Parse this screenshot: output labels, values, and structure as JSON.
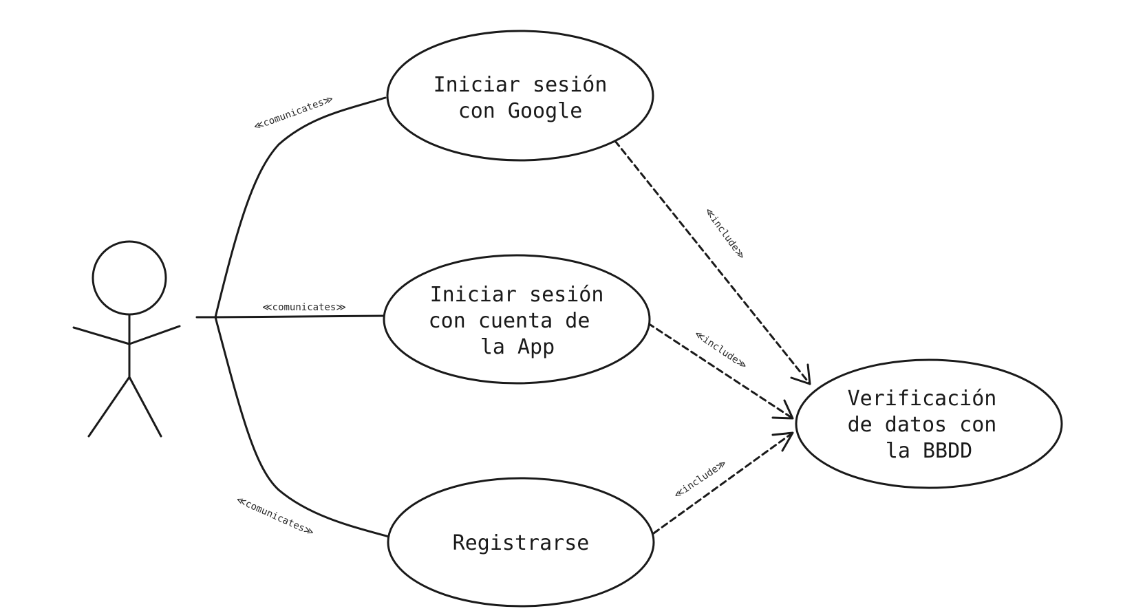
{
  "use_cases": {
    "google_login": {
      "lines": [
        "Iniciar sesión",
        "con Google"
      ]
    },
    "app_login": {
      "lines": [
        "Iniciar sesión",
        "con cuenta de",
        "la App"
      ]
    },
    "register": {
      "lines": [
        "Registrarse"
      ]
    },
    "db_check": {
      "lines": [
        "Verificación",
        "de datos con",
        "la BBDD"
      ]
    }
  },
  "relations": {
    "communicates": "≪comunicates≫",
    "include": "≪include≫"
  }
}
